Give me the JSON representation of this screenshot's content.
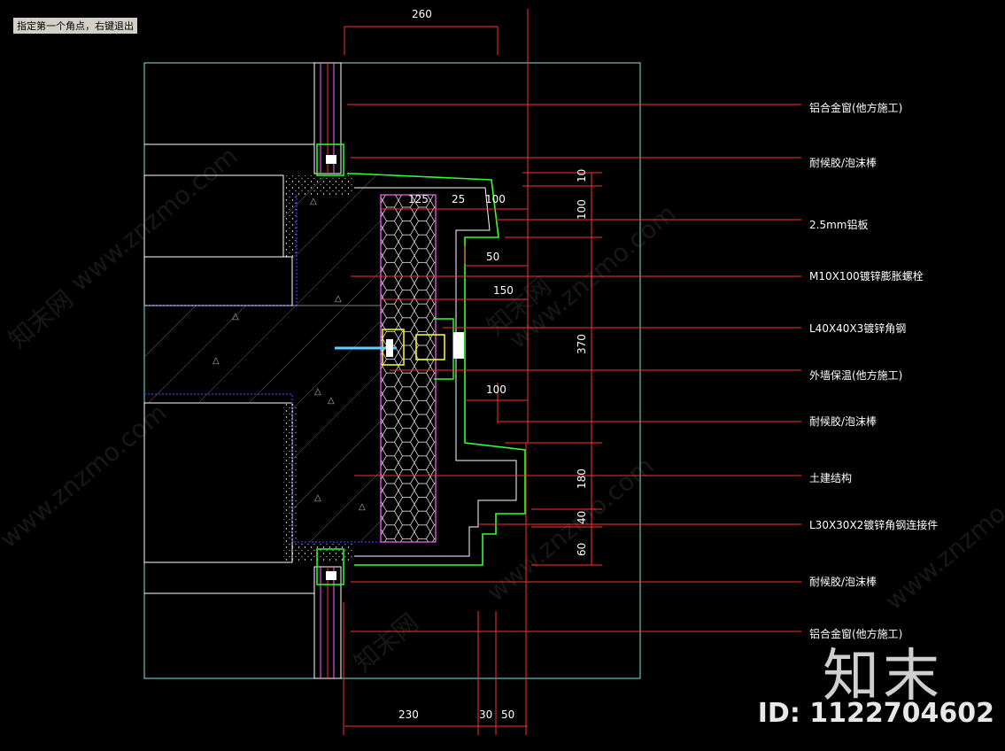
{
  "command_prompt": "指定第一个角点，右键退出",
  "labels": [
    "铝合金窗(他方施工)",
    "耐候胶/泡沫棒",
    "2.5mm铝板",
    "M10X100镀锌膨胀螺栓",
    "L40X40X3镀锌角钢",
    "外墙保温(他方施工)",
    "耐候胶/泡沫棒",
    "土建结构",
    "L30X30X2镀锌角钢连接件",
    "耐候胶/泡沫棒",
    "铝合金窗(他方施工)"
  ],
  "dims": {
    "top": "260",
    "d125": "125",
    "d25": "25",
    "d100a": "100",
    "d50": "50",
    "d150": "150",
    "d100b": "100",
    "v10": "10",
    "v100": "100",
    "v370": "370",
    "v180": "180",
    "v40": "40",
    "v60": "60",
    "b230": "230",
    "b30": "30",
    "b50": "50"
  },
  "watermark": "www.znzmo.com",
  "watermark_cn": "知末网",
  "brand": "知末",
  "image_id": "ID: 1122704602"
}
